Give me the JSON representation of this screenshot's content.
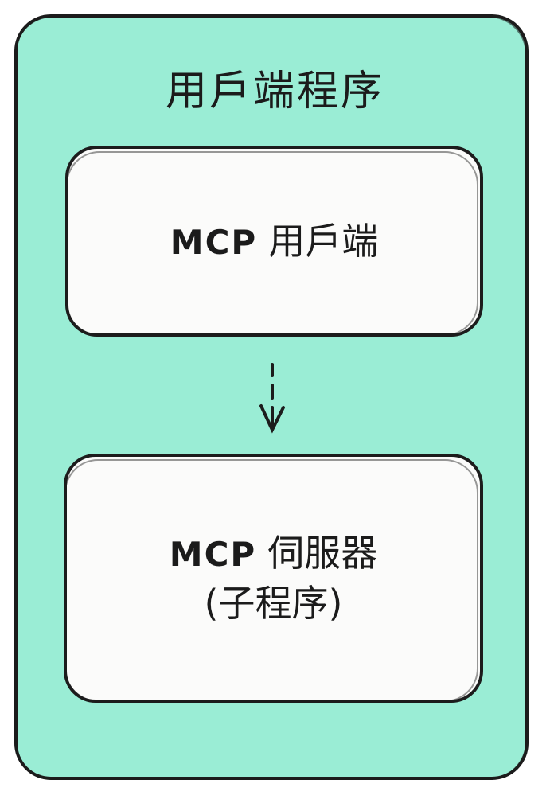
{
  "diagram": {
    "outer": {
      "title": "用戶端程序",
      "fill_color": "#9aedd5",
      "stroke_color": "#1c1c1c"
    },
    "client": {
      "prefix": "MCP",
      "name": "用戶端",
      "fill_color": "#fbfbfa"
    },
    "server": {
      "prefix": "MCP",
      "name": "伺服器",
      "note": "(子程序)",
      "fill_color": "#fbfbfa"
    },
    "arrow": {
      "style": "dashed",
      "direction": "down",
      "from": "client",
      "to": "server"
    }
  }
}
